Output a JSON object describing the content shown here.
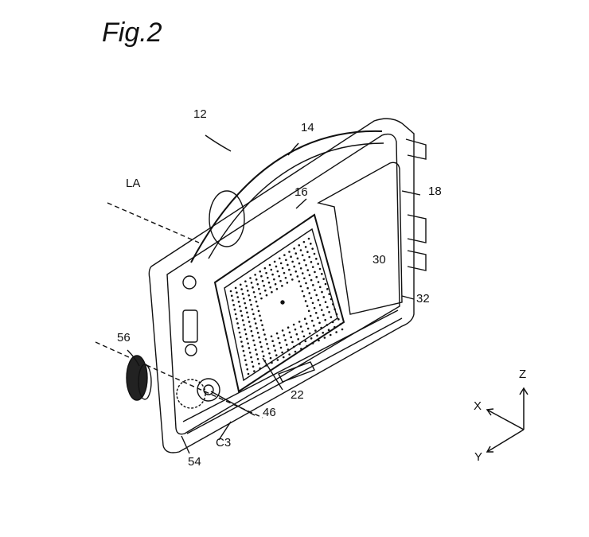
{
  "figure": {
    "title": "Fig.2",
    "labels": {
      "device": "12",
      "arc_member": "14",
      "part_16": "16",
      "frame": "18",
      "axis_la": "LA",
      "panel": "30",
      "part_32": "32",
      "knob": "56",
      "sensor": "22",
      "gear": "46",
      "axis_c3": "C3",
      "part_54": "54"
    },
    "axes": {
      "z": "Z",
      "x": "X",
      "y": "Y"
    }
  }
}
